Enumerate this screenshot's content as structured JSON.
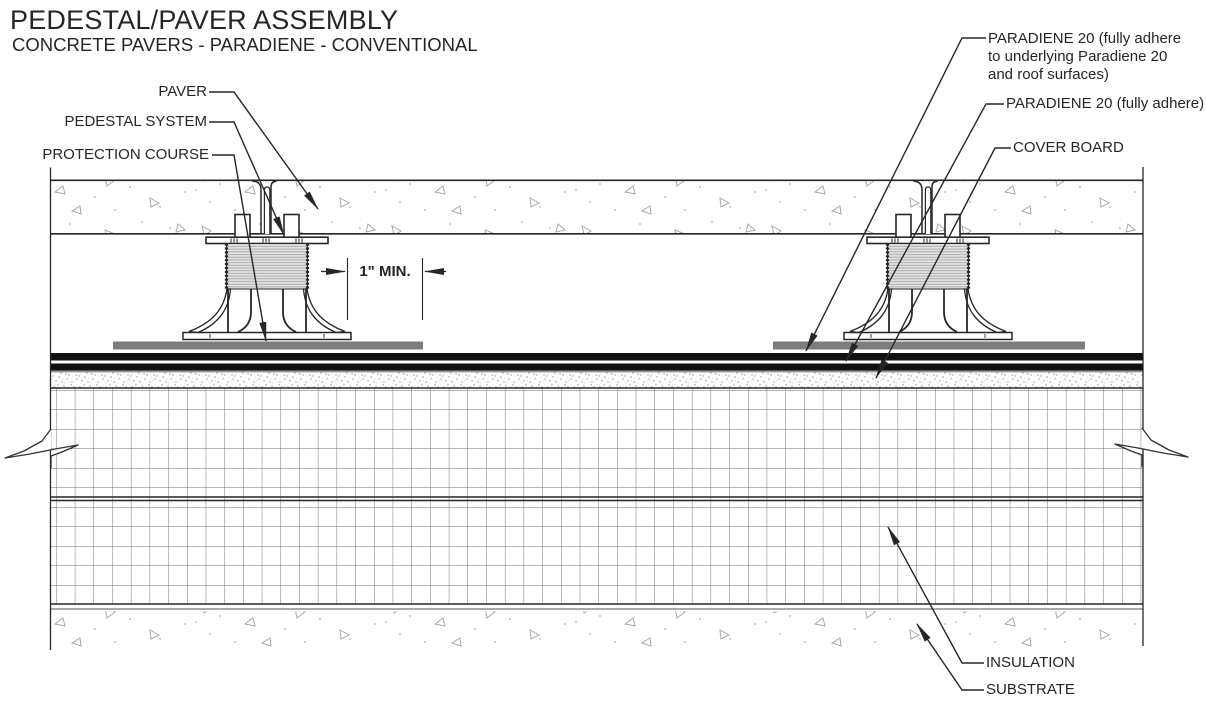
{
  "title": "PEDESTAL/PAVER ASSEMBLY",
  "subtitle": "CONCRETE PAVERS - PARADIENE - CONVENTIONAL",
  "callouts": {
    "paver": "PAVER",
    "pedestal_system": "PEDESTAL SYSTEM",
    "protection_course": "PROTECTION COURSE",
    "paradiene_top_line1": "PARADIENE 20 (fully adhere",
    "paradiene_top_line2": "to underlying Paradiene 20",
    "paradiene_top_line3": "and roof surfaces)",
    "paradiene_mid": "PARADIENE 20 (fully adhere)",
    "cover_board": "COVER BOARD",
    "insulation": "INSULATION",
    "substrate": "SUBSTRATE"
  },
  "dimension": {
    "label": "1\" MIN."
  },
  "colors": {
    "line": "#262626",
    "membrane_fill": "#111111",
    "protection_course_fill": "#7d7d7d",
    "column_fill": "#e3e3e3",
    "background": "#ffffff"
  }
}
